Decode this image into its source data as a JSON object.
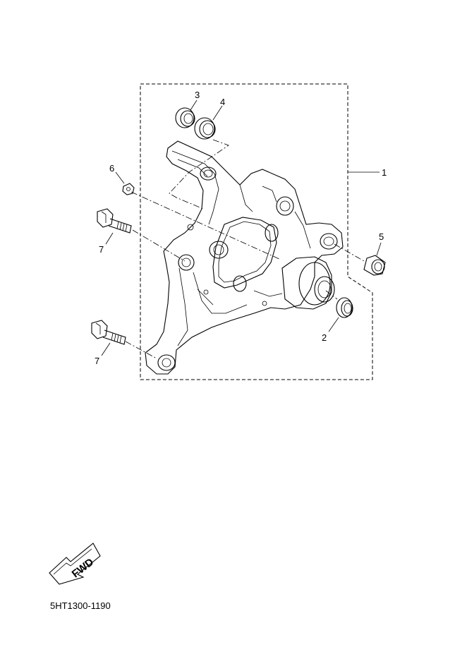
{
  "callouts": {
    "c1": "1",
    "c2": "2",
    "c3": "3",
    "c4": "4",
    "c5": "5",
    "c6": "6",
    "c7a": "7",
    "c7b": "7"
  },
  "fwd_label": "FWD",
  "part_code": "5HT1300-1190"
}
